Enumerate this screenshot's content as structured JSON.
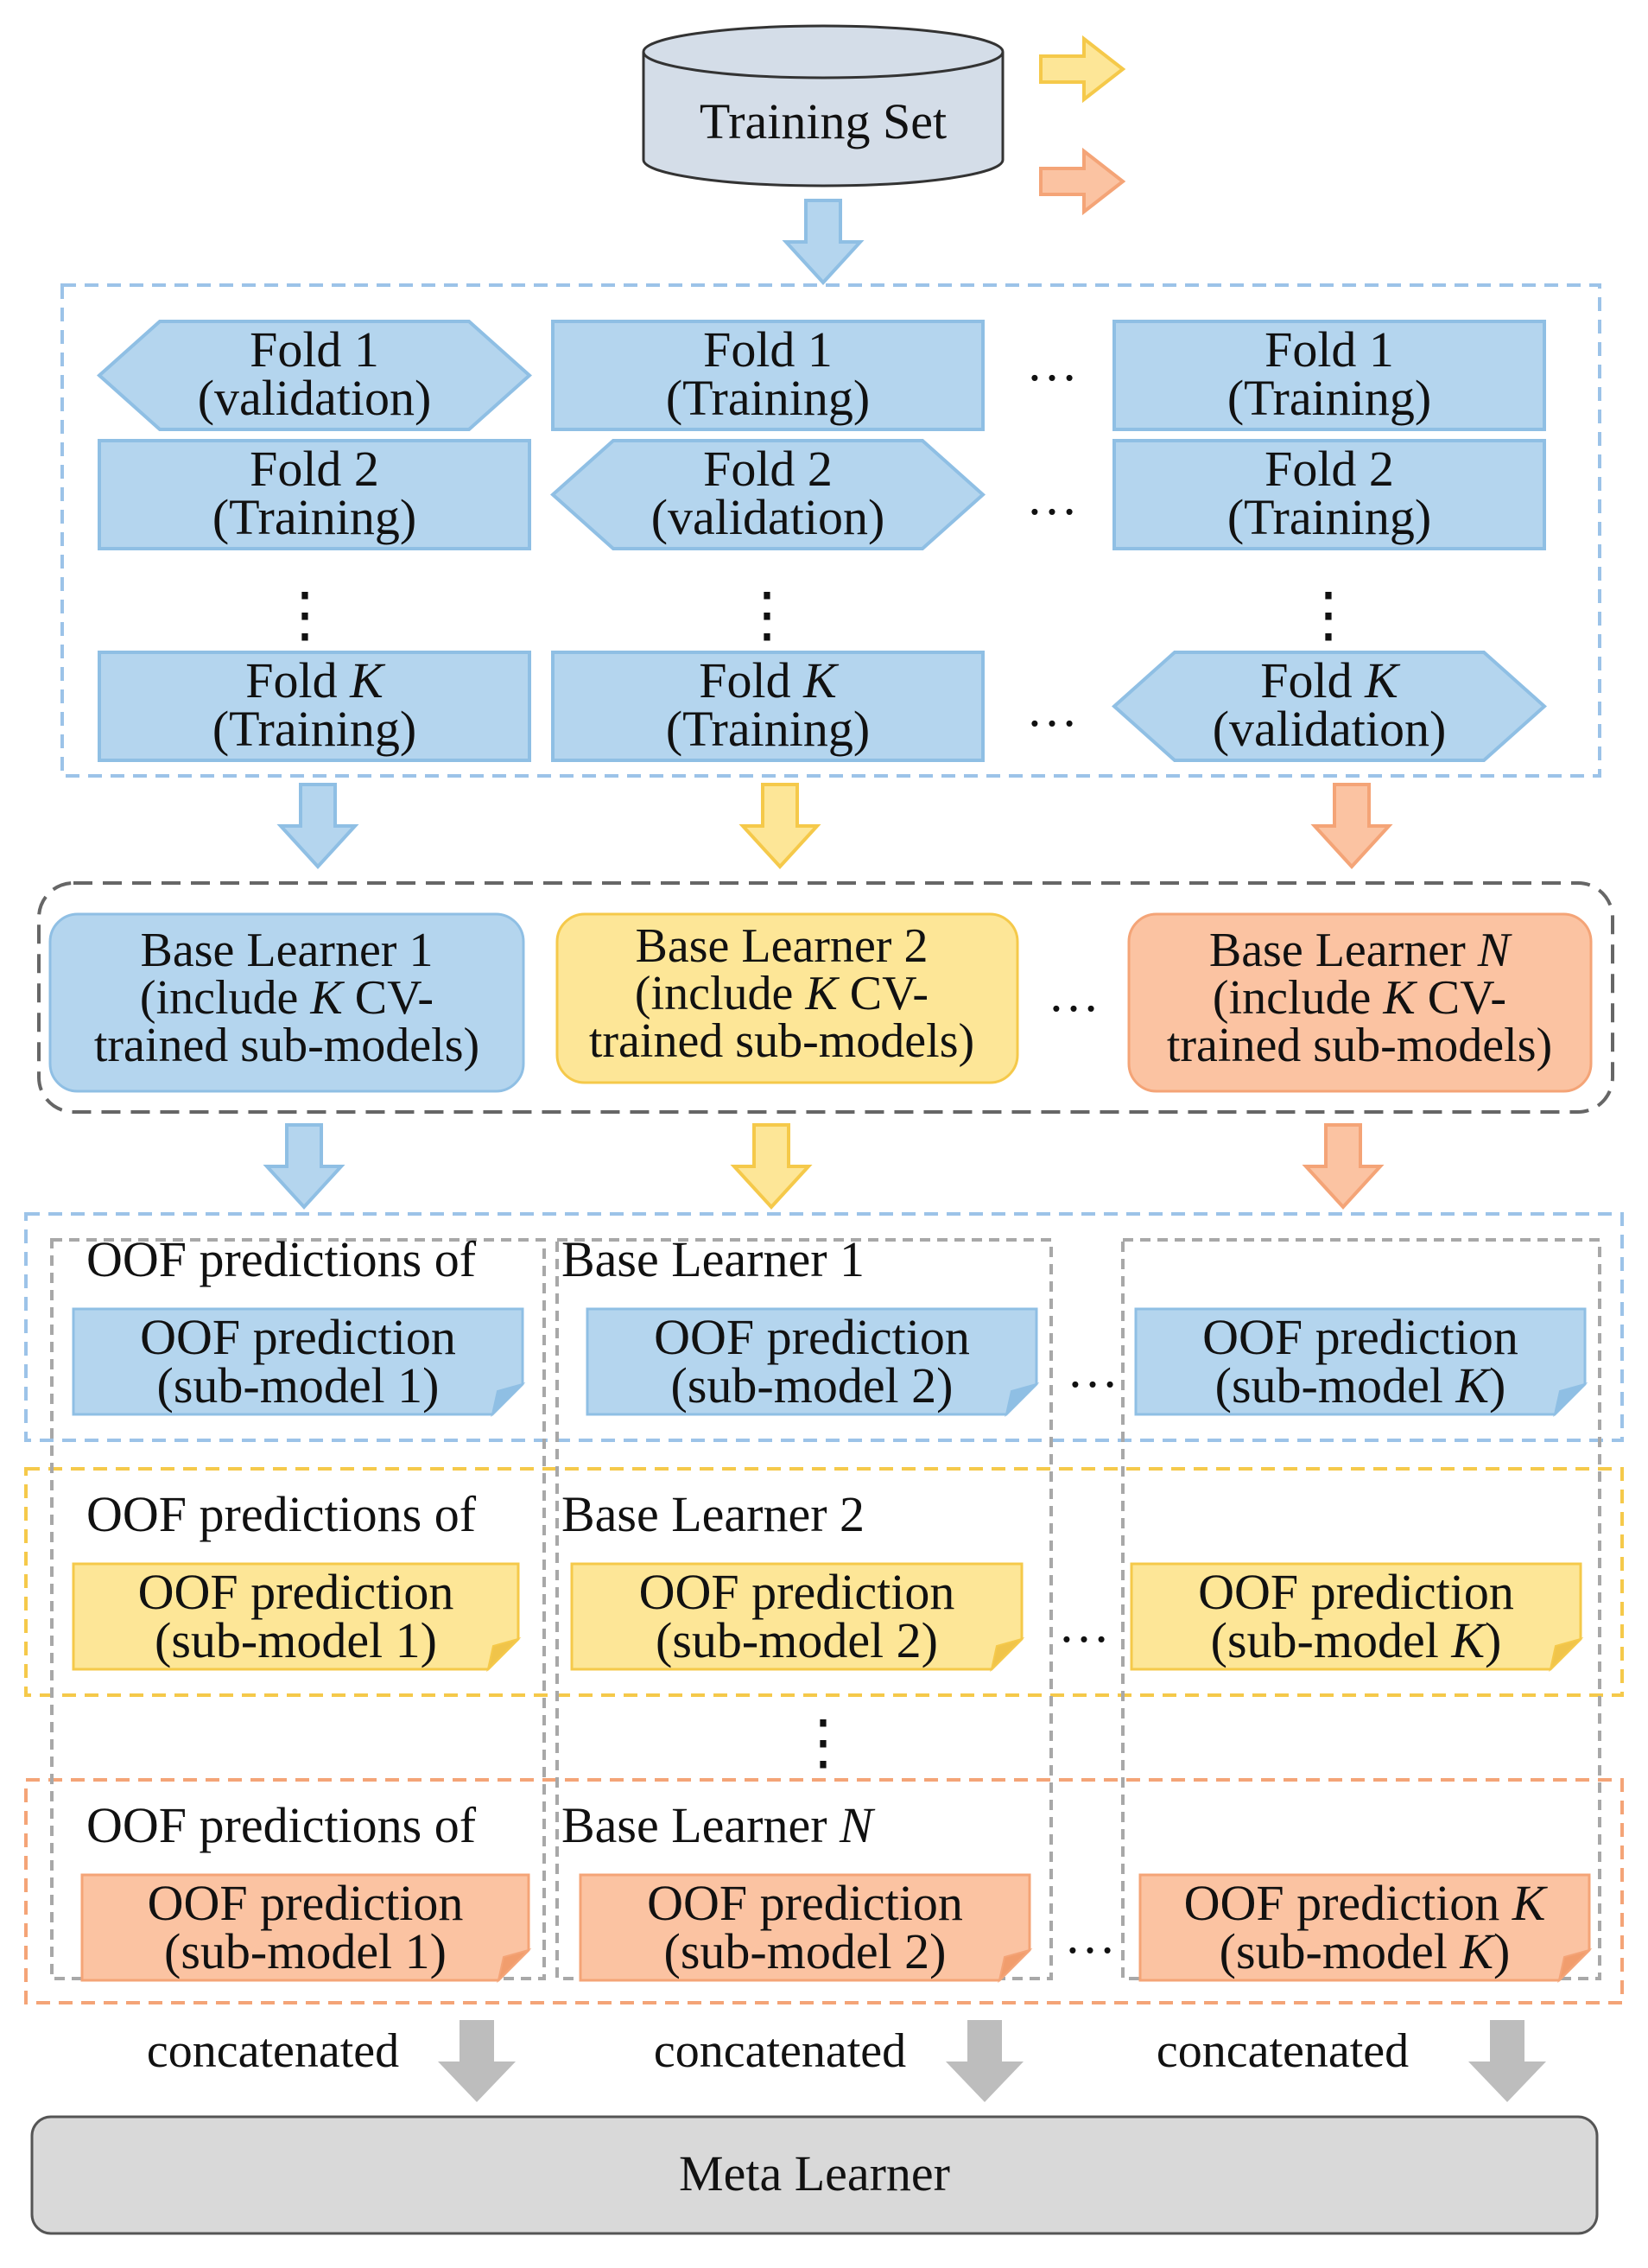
{
  "colors": {
    "blue_fill": "#b4d5ee",
    "blue_stroke": "#8fbfe4",
    "yellow_fill": "#fde697",
    "yellow_stroke": "#f5c94a",
    "orange_fill": "#fbc3a2",
    "orange_stroke": "#f4a477",
    "gray_box": "#d9d9d9",
    "gray_arrow": "#bdbdbd",
    "cylinder": "#d4dde8"
  },
  "training_set": "Training Set",
  "folds": {
    "col1": [
      {
        "name": "Fold 1",
        "role": "(validation)",
        "kind": "validation"
      },
      {
        "name": "Fold 2",
        "role": "(Training)",
        "kind": "training"
      },
      {
        "name": "Fold ",
        "italic": "K",
        "role": "(Training)",
        "kind": "training"
      }
    ],
    "col2": [
      {
        "name": "Fold 1",
        "role": "(Training)",
        "kind": "training"
      },
      {
        "name": "Fold 2",
        "role": "(validation)",
        "kind": "validation"
      },
      {
        "name": "Fold ",
        "italic": "K",
        "role": "(Training)",
        "kind": "training"
      }
    ],
    "col3": [
      {
        "name": "Fold 1",
        "role": "(Training)",
        "kind": "training"
      },
      {
        "name": "Fold 2",
        "role": "(Training)",
        "kind": "training"
      },
      {
        "name": "Fold ",
        "italic": "K",
        "role": "(validation)",
        "kind": "validation"
      }
    ]
  },
  "base_learners": [
    {
      "line1": "Base Learner 1",
      "line2a": "(include ",
      "line2k": "K",
      "line2b": " CV-",
      "line3": "trained sub-models)"
    },
    {
      "line1": "Base Learner 2",
      "line2a": "(include ",
      "line2k": "K",
      "line2b": " CV-",
      "line3": "trained sub-models)"
    },
    {
      "line1a": "Base Learner ",
      "line1n": "N",
      "line2a": "(include ",
      "line2k": "K",
      "line2b": " CV-",
      "line3": "trained sub-models)"
    }
  ],
  "oof_groups": [
    {
      "header_left": "OOF predictions of",
      "header_right": "Base Learner 1",
      "cards": [
        {
          "line1": "OOF prediction",
          "line2": "(sub-model 1)"
        },
        {
          "line1": "OOF prediction",
          "line2": "(sub-model 2)"
        },
        {
          "line1": "OOF prediction",
          "line2a": "(sub-model ",
          "line2k": "K",
          "line2b": ")"
        }
      ]
    },
    {
      "header_left": "OOF predictions of",
      "header_right": "Base Learner 2",
      "cards": [
        {
          "line1": "OOF prediction",
          "line2": "(sub-model 1)"
        },
        {
          "line1": "OOF prediction",
          "line2": "(sub-model 2)"
        },
        {
          "line1": "OOF prediction",
          "line2a": "(sub-model ",
          "line2k": "K",
          "line2b": ")"
        }
      ]
    },
    {
      "header_left": "OOF predictions of",
      "header_right_a": "Base Learner ",
      "header_right_n": "N",
      "cards": [
        {
          "line1": "OOF prediction",
          "line2": "(sub-model 1)"
        },
        {
          "line1": "OOF prediction",
          "line2": "(sub-model 2)"
        },
        {
          "line1a": "OOF prediction ",
          "line1k": "K",
          "line2a": "(sub-model ",
          "line2k": "K",
          "line2b": ")"
        }
      ]
    }
  ],
  "concatenated": [
    "concatenated",
    "concatenated",
    "concatenated"
  ],
  "meta_learner": "Meta Learner",
  "ellipsis": "…",
  "vdots": "⋮"
}
